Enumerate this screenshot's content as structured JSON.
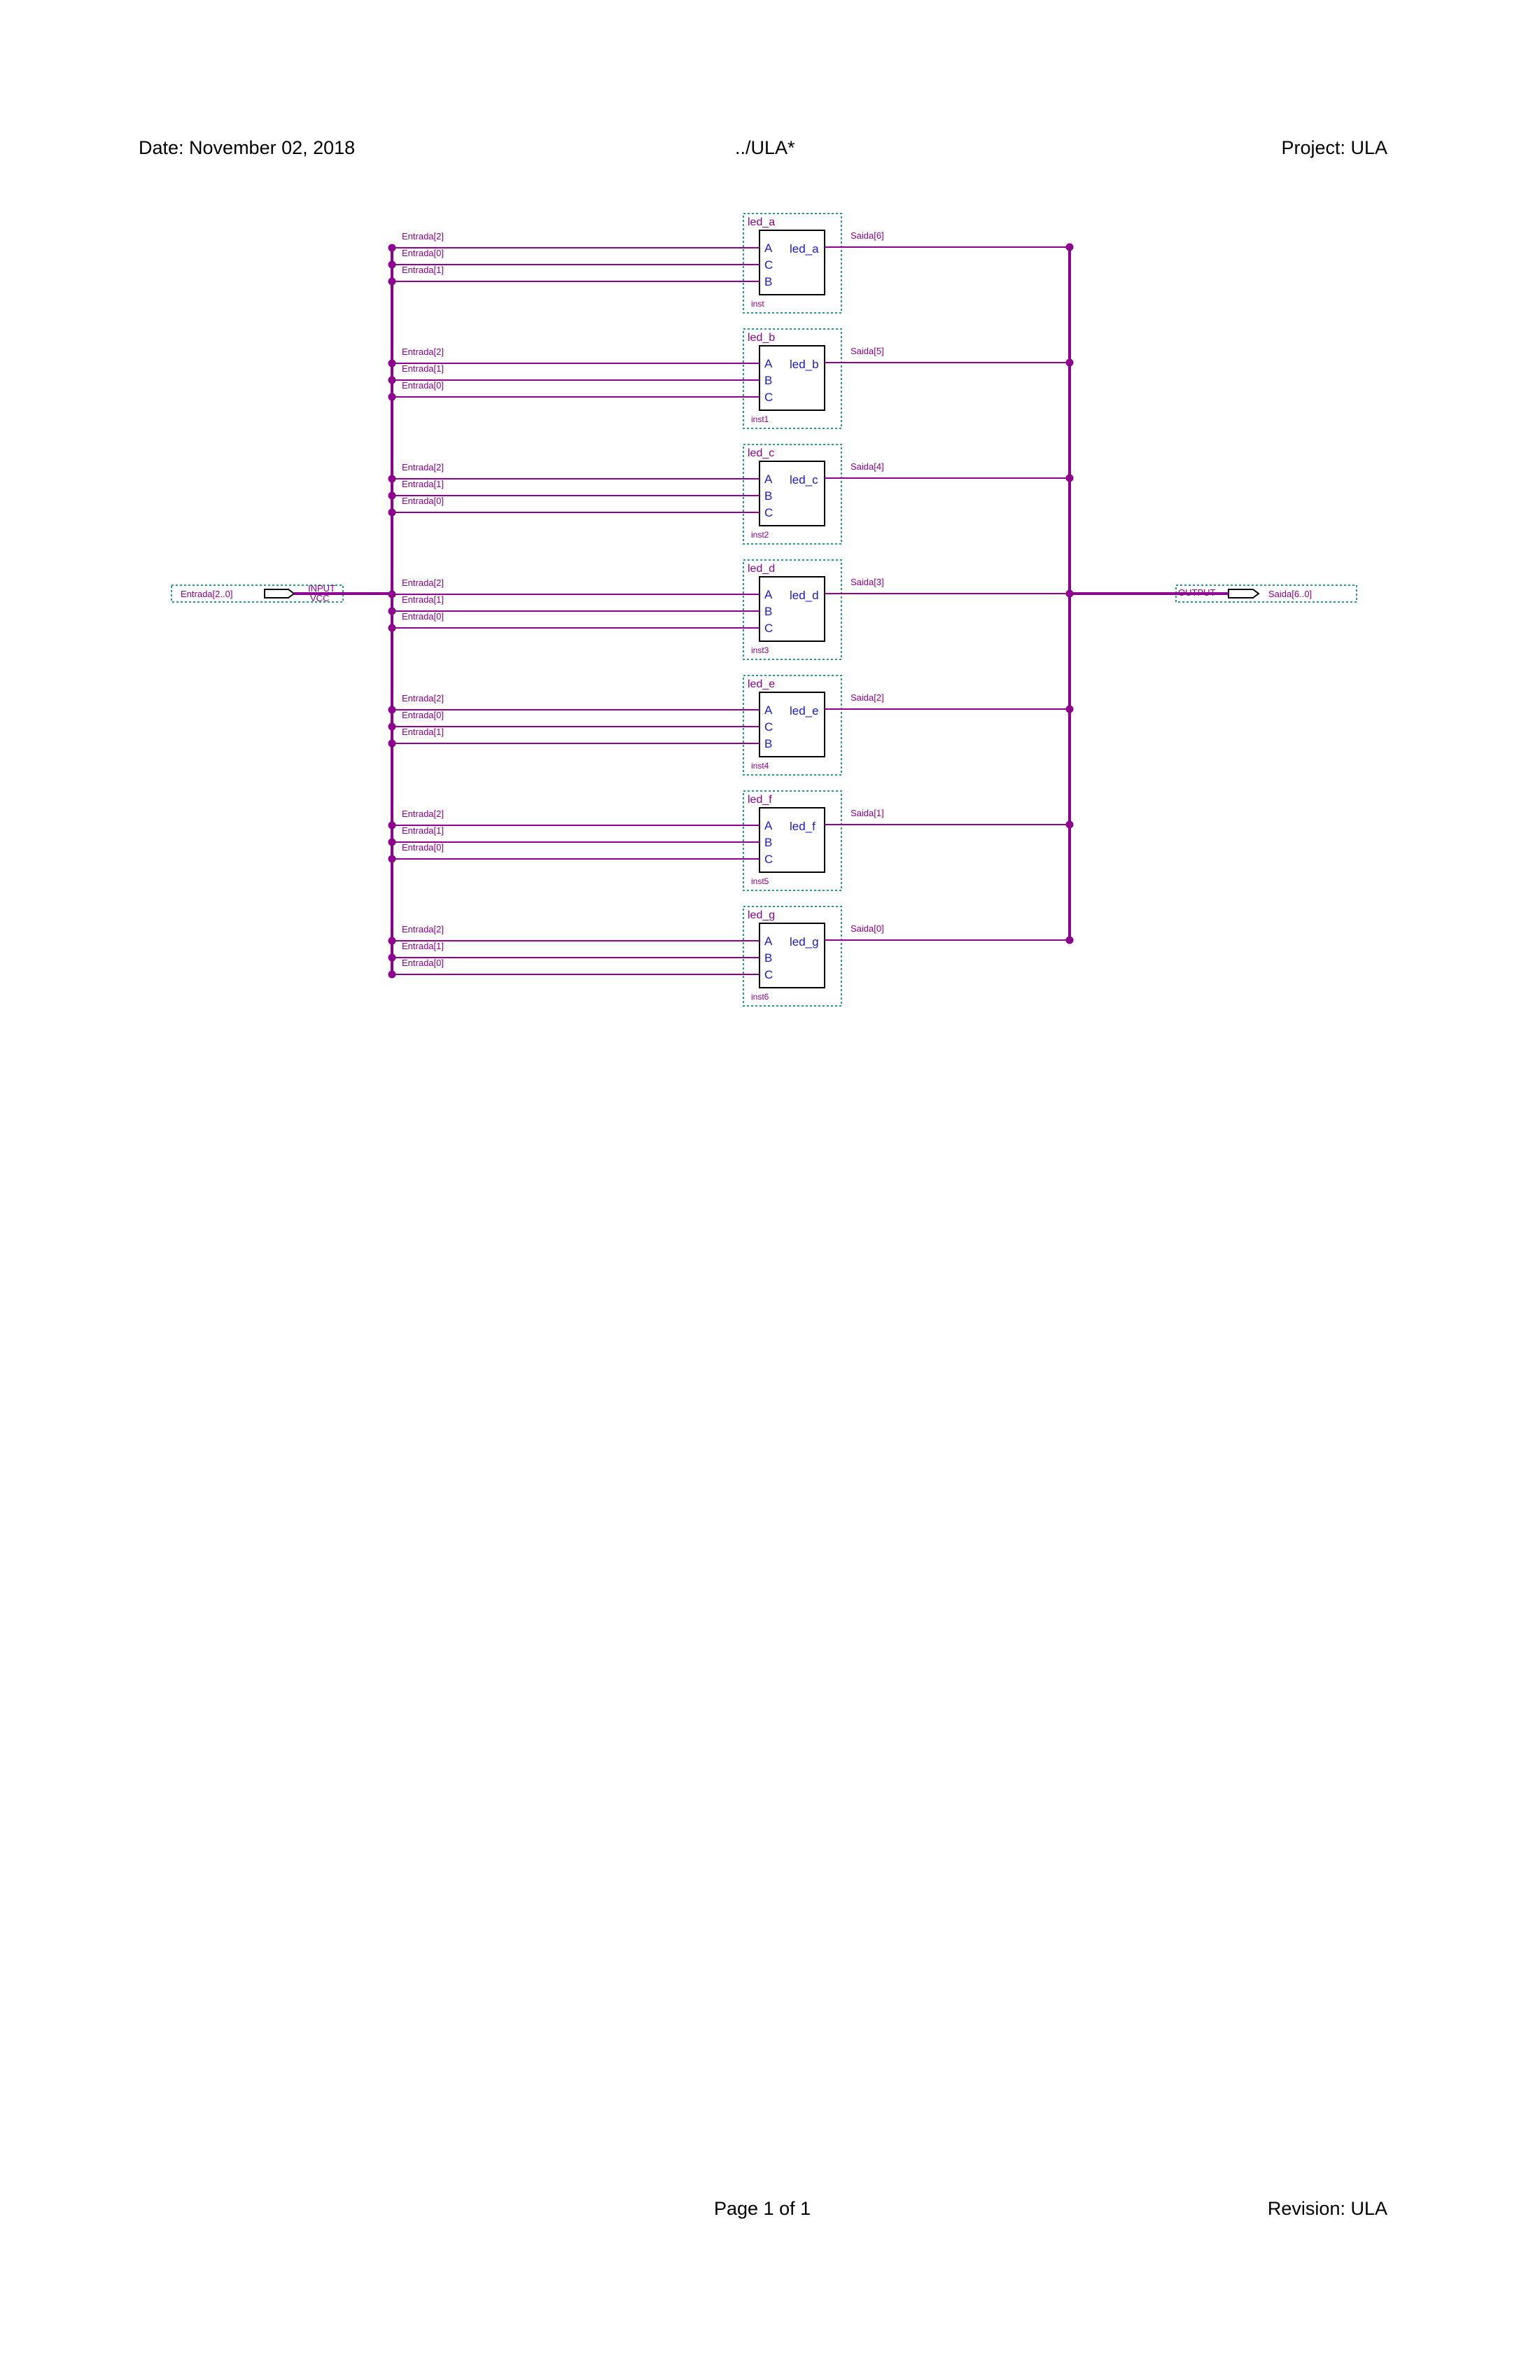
{
  "header": {
    "date": "Date: November 02, 2018",
    "file": "../ULA*",
    "project": "Project: ULA"
  },
  "footer": {
    "page": "Page 1 of 1",
    "revision": "Revision: ULA"
  },
  "input_pin": {
    "name": "Entrada[2..0]",
    "type": "INPUT",
    "sub": "VCC"
  },
  "output_pin": {
    "name": "Saida[6..0]",
    "type": "OUTPUT"
  },
  "blocks": [
    {
      "title": "led_a",
      "inst": "inst",
      "pins": [
        "A",
        "C",
        "B"
      ],
      "nets": [
        "Entrada[2]",
        "Entrada[0]",
        "Entrada[1]"
      ],
      "out": "Saida[6]"
    },
    {
      "title": "led_b",
      "inst": "inst1",
      "pins": [
        "A",
        "B",
        "C"
      ],
      "nets": [
        "Entrada[2]",
        "Entrada[1]",
        "Entrada[0]"
      ],
      "out": "Saida[5]"
    },
    {
      "title": "led_c",
      "inst": "inst2",
      "pins": [
        "A",
        "B",
        "C"
      ],
      "nets": [
        "Entrada[2]",
        "Entrada[1]",
        "Entrada[0]"
      ],
      "out": "Saida[4]"
    },
    {
      "title": "led_d",
      "inst": "inst3",
      "pins": [
        "A",
        "B",
        "C"
      ],
      "nets": [
        "Entrada[2]",
        "Entrada[1]",
        "Entrada[0]"
      ],
      "out": "Saida[3]"
    },
    {
      "title": "led_e",
      "inst": "inst4",
      "pins": [
        "A",
        "C",
        "B"
      ],
      "nets": [
        "Entrada[2]",
        "Entrada[0]",
        "Entrada[1]"
      ],
      "out": "Saida[2]"
    },
    {
      "title": "led_f",
      "inst": "inst5",
      "pins": [
        "A",
        "B",
        "C"
      ],
      "nets": [
        "Entrada[2]",
        "Entrada[1]",
        "Entrada[0]"
      ],
      "out": "Saida[1]"
    },
    {
      "title": "led_g",
      "inst": "inst6",
      "pins": [
        "A",
        "B",
        "C"
      ],
      "nets": [
        "Entrada[2]",
        "Entrada[1]",
        "Entrada[0]"
      ],
      "out": "Saida[0]"
    }
  ],
  "colors": {
    "wire": "#8e008e",
    "pin_text": "#1a1acc",
    "frame": "#2a9a8a"
  }
}
